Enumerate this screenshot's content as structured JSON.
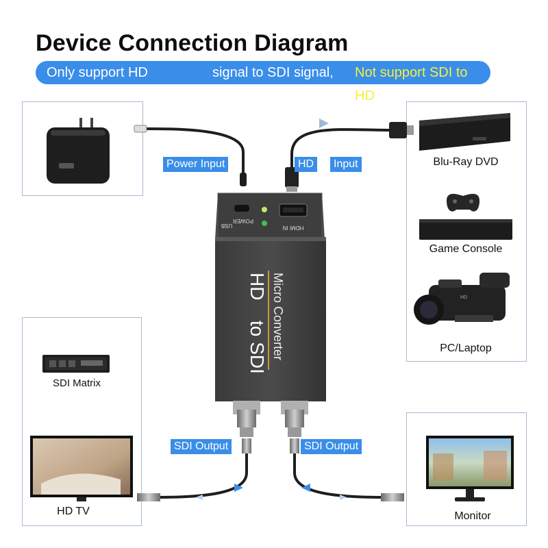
{
  "title": "Device Connection Diagram",
  "banner": {
    "part1": "Only support HD",
    "part2": "signal to SDI signal,",
    "part3": "Not support SDI to HD",
    "color": "#3a8de8",
    "highlight_color": "#f5f23a"
  },
  "labels": {
    "power_input": "Power Input",
    "hd_input_1": "HD",
    "hd_input_2": "Input",
    "sdi_output_left": "SDI Output",
    "sdi_output_right": "SDI Output"
  },
  "sources": {
    "bluray": "Blu-Ray DVD",
    "game_console": "Game Console",
    "pc_laptop": "PC/Laptop"
  },
  "outputs": {
    "sdi_matrix": "SDI Matrix",
    "hd_tv": "HD TV",
    "monitor": "Monitor"
  },
  "device": {
    "port_usb_1": "USB",
    "port_usb_2": "POWER",
    "port_hdmi": "HDMI IN",
    "line1": "Micro Converter",
    "line2a": "HD",
    "line2b": "to SDI"
  }
}
